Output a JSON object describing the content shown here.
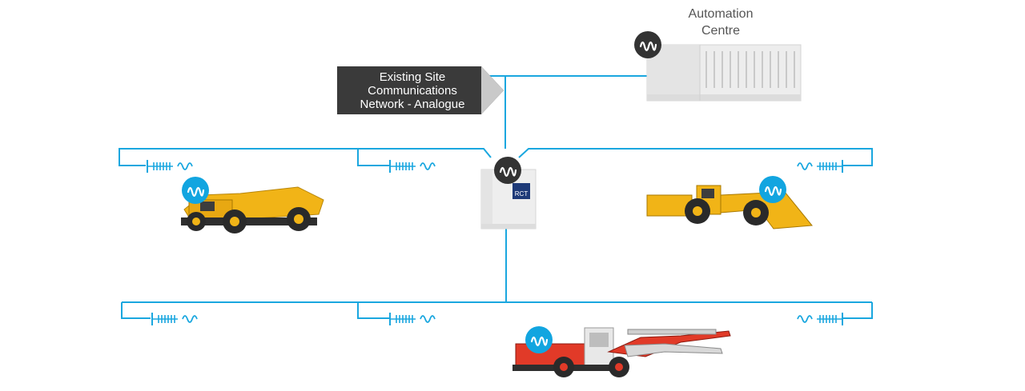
{
  "automation_centre": {
    "line1": "Automation",
    "line2": "Centre"
  },
  "network_box": {
    "line1": "Existing Site",
    "line2": "Communications",
    "line3": "Network - Analogue"
  },
  "controller_badge": "RCT",
  "colors": {
    "link": "#1aa7df",
    "signal_badge_blue": "#12a5e0",
    "signal_badge_dark": "#333333",
    "network_box": "#3a3a3a",
    "haul_truck": "#f1b417",
    "loader": "#f1b417",
    "drill_rig": "#e13a28"
  },
  "icons": [
    "signal-icon",
    "antenna-icon",
    "haul-truck",
    "loader",
    "drill-rig",
    "server-rack",
    "controller-cabinet"
  ]
}
